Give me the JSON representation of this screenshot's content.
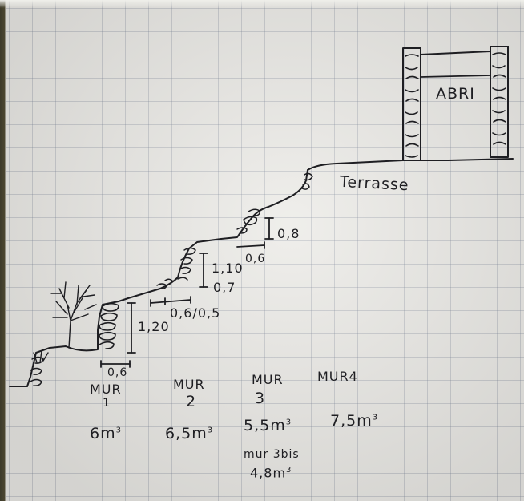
{
  "annotations": {
    "shelter": "ABRI",
    "terrace": "Terrasse",
    "dim_08": "0,8",
    "dim_06_upper": "0,6",
    "dim_110": "1,10",
    "dim_07": "0,7",
    "dim_06_05": "0,6/0,5",
    "dim_120": "1,20",
    "dim_06_lower": "0,6"
  },
  "walls": [
    {
      "label": "MUR",
      "number": "1",
      "volume": "6m",
      "exp": "3"
    },
    {
      "label": "MUR",
      "number": "2",
      "volume": "6,5m",
      "exp": "3"
    },
    {
      "label": "MUR",
      "number": "3",
      "volume": "5,5m",
      "exp": "3"
    },
    {
      "label": "MUR4",
      "volume": "7,5m",
      "exp": "3"
    }
  ],
  "wall_3bis": {
    "label": "mur 3bis",
    "volume": "4,8m",
    "exp": "3"
  },
  "colors": {
    "ink": "#1e1e22",
    "grid": "#8a93a6",
    "paper": "#ecebe7"
  }
}
